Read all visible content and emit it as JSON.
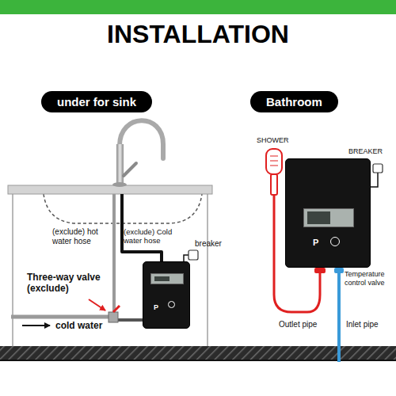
{
  "diagram": {
    "title": "INSTALLATION",
    "nodes": [
      {
        "text": [
          "under for sink"
        ]
      },
      {
        "text": [
          "Bathroom"
        ]
      },
      {
        "text": [
          "P"
        ]
      },
      {
        "text": [
          "P"
        ]
      }
    ],
    "labels": [
      "(exclude) hot water hose",
      "(exclude) Cold water hose",
      "breaker",
      "Three-way valve (exclude)",
      "cold water",
      "SHOWER",
      "BREAKER",
      "Temperature control valve",
      "Outlet pipe",
      "Inlet pipe"
    ]
  }
}
